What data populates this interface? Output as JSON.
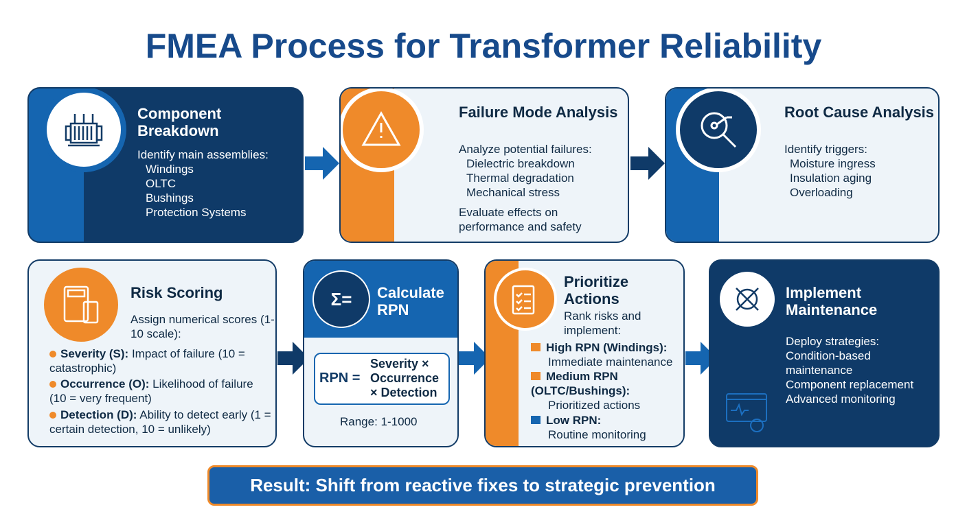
{
  "title": "FMEA Process for Transformer Reliability",
  "colors": {
    "navy": "#0f3a68",
    "blue": "#1565b0",
    "orange": "#ef8a2a",
    "light": "#eef4f9"
  },
  "steps": [
    {
      "title": "Component Breakdown",
      "icon": "transformer-icon",
      "intro": "Identify main assemblies:",
      "items": [
        "Windings",
        "OLTC",
        "Bushings",
        "Protection Systems"
      ]
    },
    {
      "title": "Failure Mode Analysis",
      "icon": "warning-gears-icon",
      "intro": "Analyze potential failures:",
      "items": [
        "Dielectric breakdown",
        "Thermal degradation",
        "Mechanical stress"
      ],
      "note": "Evaluate effects on performance and safety"
    },
    {
      "title": "Root Cause Analysis",
      "icon": "magnifier-network-icon",
      "intro": "Identify triggers:",
      "items": [
        "Moisture ingress",
        "Insulation aging",
        "Overloading"
      ]
    },
    {
      "title": "Risk Scoring",
      "icon": "calculator-icon",
      "intro": "Assign numerical scores (1-10 scale):",
      "items": [
        {
          "term": "Severity (S):",
          "desc": "Impact of failure (10 = catastrophic)"
        },
        {
          "term": "Occurrence (O):",
          "desc": "Likelihood of failure (10 = very frequent)"
        },
        {
          "term": "Detection (D):",
          "desc": "Ability to detect early (1 = certain detection, 10 = unlikely)"
        }
      ]
    },
    {
      "title": "Calculate RPN",
      "icon": "sigma-equals-icon",
      "formula_lhs": "RPN =",
      "formula_rhs": [
        "Severity ×",
        "Occurrence",
        "× Detection"
      ],
      "range": "Range: 1-1000"
    },
    {
      "title": "Prioritize Actions",
      "icon": "clipboard-checklist-icon",
      "intro": "Rank risks and implement:",
      "items": [
        {
          "term": "High RPN (Windings):",
          "desc": "Immediate maintenance",
          "flag": "#ef8a2a"
        },
        {
          "term": "Medium RPN (OLTC/Bushings):",
          "desc": "Prioritized actions",
          "flag": "#ef8a2a"
        },
        {
          "term": "Low RPN:",
          "desc": "Routine monitoring",
          "flag": "#1565b0"
        }
      ]
    },
    {
      "title": "Implement Maintenance",
      "icon": "wrench-screwdriver-gear-icon",
      "intro": "Deploy strategies:",
      "items": [
        "Condition-based maintenance",
        "Component replacement",
        "Advanced monitoring"
      ]
    }
  ],
  "result": "Result: Shift from reactive fixes to strategic prevention"
}
